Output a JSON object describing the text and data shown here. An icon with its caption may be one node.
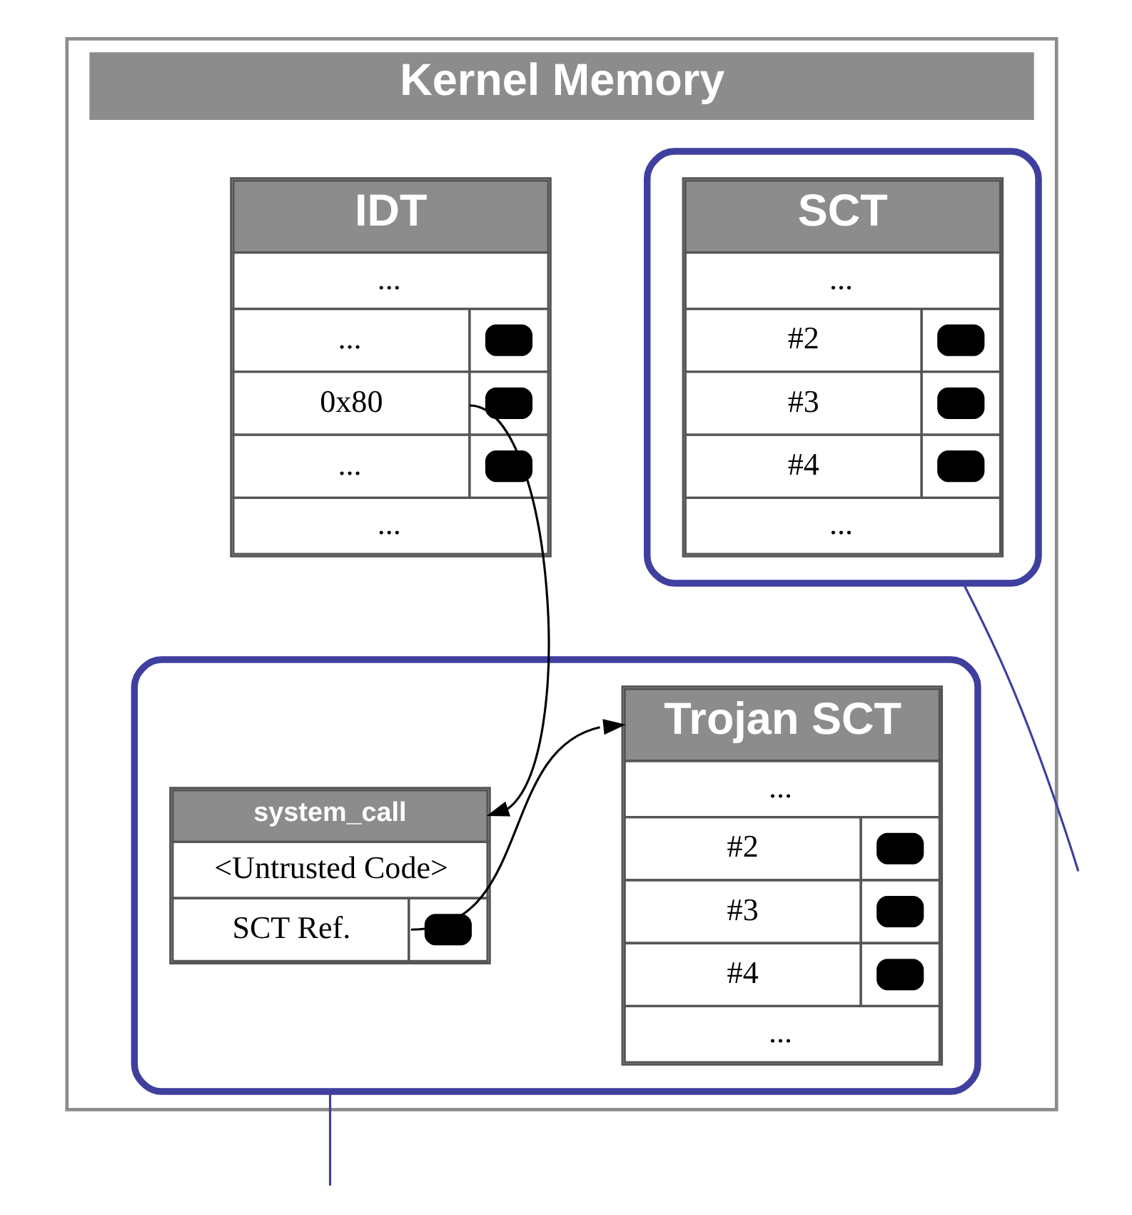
{
  "diagram": {
    "nodes": [
      {
        "text": [
          "Kernel Memory"
        ]
      },
      {
        "text": [
          "IDT",
          "...",
          "...",
          "0x80",
          "...",
          "..."
        ],
        "in": 0
      },
      {
        "text": [],
        "shape": "box",
        "in": 0
      },
      {
        "text": [
          "SCT",
          "...",
          "#2",
          "#3",
          "#4",
          "..."
        ],
        "in": 2
      },
      {
        "text": [],
        "shape": "box",
        "in": 0
      },
      {
        "text": [
          "system_call",
          "<Untrusted Code>",
          "SCT Ref."
        ],
        "in": 4
      },
      {
        "text": [
          "Trojan SCT",
          "...",
          "#2",
          "#3",
          "#4",
          "..."
        ],
        "in": 4
      }
    ],
    "edges": [
      {
        "from": 1,
        "to": 5,
        "arrow": "to"
      },
      {
        "from": 5,
        "to": 6,
        "arrow": "to"
      },
      {
        "from": 2,
        "to": null,
        "arrow": "none",
        "color": "#3f3f9f"
      },
      {
        "from": 4,
        "to": null,
        "arrow": "none",
        "color": "#3f3f9f"
      }
    ]
  }
}
